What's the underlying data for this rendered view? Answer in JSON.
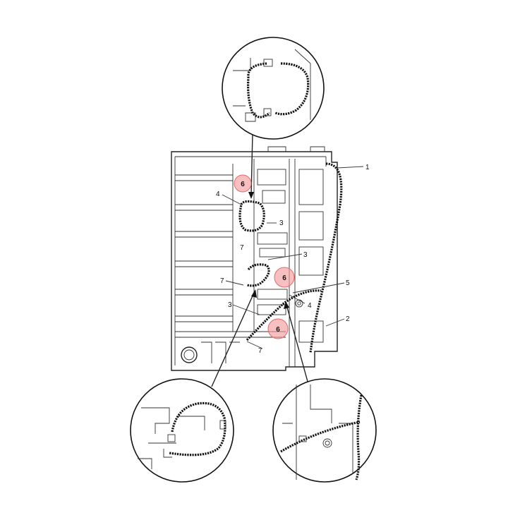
{
  "labels": {
    "l1": "1",
    "l2": "2",
    "l3a": "3",
    "l3b": "3",
    "l3c": "3",
    "l4a": "4",
    "l4b": "4",
    "l5": "5",
    "l7a": "7",
    "l7b": "7",
    "l7c": "7"
  },
  "highlights": {
    "h1": "6",
    "h2": "6",
    "h3": "6"
  },
  "colors": {
    "highlight": "#f29c9c",
    "line": "#222222"
  }
}
